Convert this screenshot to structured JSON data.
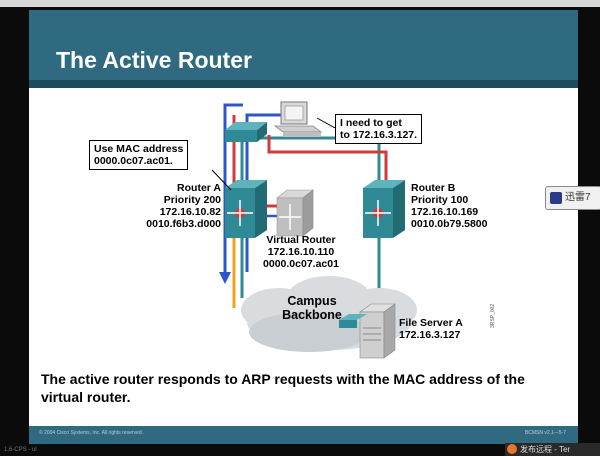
{
  "slide": {
    "title": "The Active Router",
    "callout_left": [
      "Use MAC address",
      "0000.0c07.ac01."
    ],
    "callout_right": [
      "I need to get",
      "to 172.16.3.127."
    ],
    "router_a": [
      "Router A",
      "Priority 200",
      "172.16.10.82",
      "0010.f6b3.d000"
    ],
    "router_b": [
      "Router B",
      "Priority 100",
      "172.16.10.169",
      "0010.0b79.5800"
    ],
    "virtual_router": [
      "Virtual Router",
      "172.16.10.110",
      "0000.0c07.ac01"
    ],
    "cloud": [
      "Campus",
      "Backbone"
    ],
    "file_server": [
      "File Server A",
      "172.16.3.127"
    ],
    "slide_id": "3RSP_002",
    "caption": "The active router responds to ARP requests with the MAC address of the virtual router.",
    "footer_left": "© 2004 Cisco Systems, Inc. All rights reserved.",
    "footer_right": "BCMSN v2.1—5-7"
  },
  "side_badge": "迅雷7",
  "taskbar": "发布远程 - Ter",
  "bottom_left": "1.6-CPS - ul",
  "colors": {
    "title_bar": "#2f6a80",
    "router_body": "#2f8a96",
    "link_red": "#d23a3a",
    "link_blue": "#2b58c9",
    "link_orange": "#f0a020",
    "link_teal": "#2f8a96"
  },
  "icons": [
    "pc-icon",
    "switch-icon",
    "router-a-icon",
    "router-b-icon",
    "virtual-router-icon",
    "cloud-icon",
    "file-server-icon"
  ]
}
